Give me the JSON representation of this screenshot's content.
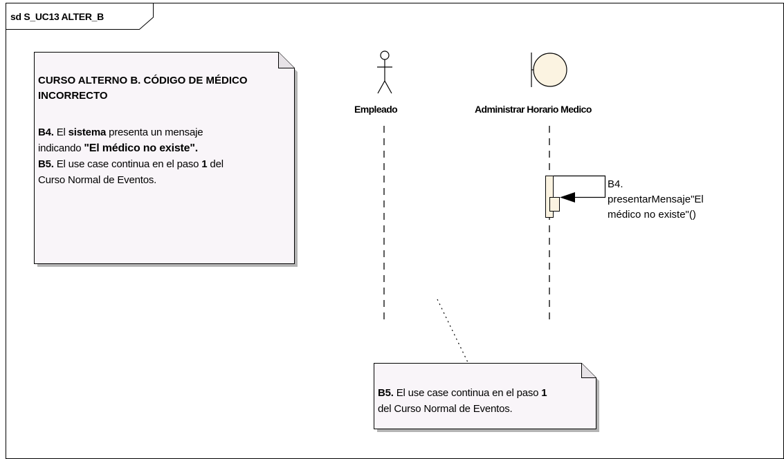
{
  "frame": {
    "label": "sd S_UC13 ALTER_B"
  },
  "note_main": {
    "title_line1": "CURSO ALTERNO B. CÓDIGO DE MÉDICO",
    "title_line2": "INCORRECTO",
    "b4_code": "B4.",
    "b4_text1": " El ",
    "b4_bold1": "sistema",
    "b4_text2": " presenta un mensaje",
    "b4_text3": "indicando ",
    "b4_bold2": "\"El médico no existe\".",
    "b5_code": "B5.",
    "b5_text1": " El use case continua en el paso ",
    "b5_bold": "1",
    "b5_text2": " del",
    "b5_text3": "Curso Normal de Eventos."
  },
  "actor": {
    "name": "Empleado"
  },
  "boundary": {
    "name": "Administrar Horario Medico"
  },
  "message": {
    "line1": "B4.",
    "line2": "presentarMensaje\"El",
    "line3": "médico no existe\"()"
  },
  "note_bottom": {
    "code": "B5.",
    "text1": " El use case continua en el paso ",
    "bold": "1",
    "text2": "del Curso Normal de Eventos."
  },
  "colors": {
    "note_fill": "#f9f5f9",
    "note_shadow": "#b4b4b4",
    "boundary_fill": "#fbf3e1",
    "line": "#000000"
  }
}
